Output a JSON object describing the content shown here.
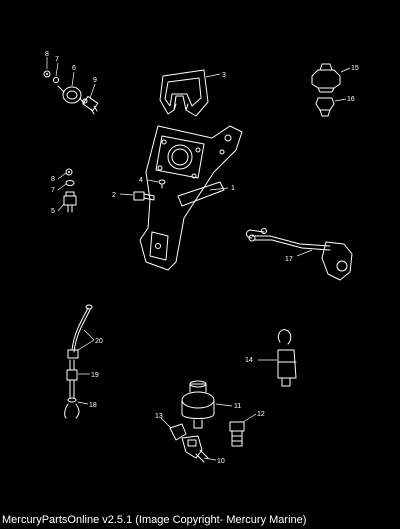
{
  "callouts": [
    "1",
    "2",
    "3",
    "4",
    "5",
    "6",
    "7",
    "8",
    "9",
    "10",
    "11",
    "12",
    "13",
    "14",
    "15",
    "16",
    "17",
    "18",
    "19",
    "20"
  ],
  "footer": "MercuryPartsOnline v2.5.1 (Image Copyright- Mercury Marine)"
}
